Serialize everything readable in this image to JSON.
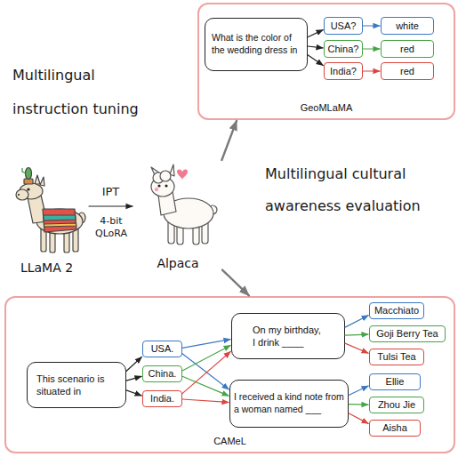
{
  "diagram": {
    "nodes": [
      {
        "text": [
          "GeoMLaMA"
        ]
      },
      {
        "text": [
          "What is the color of the wedding dress in"
        ],
        "in": 0
      },
      {
        "text": [
          "USA?"
        ],
        "in": 0
      },
      {
        "text": [
          "China?"
        ],
        "in": 0
      },
      {
        "text": [
          "India?"
        ],
        "in": 0
      },
      {
        "text": [
          "white"
        ],
        "in": 0
      },
      {
        "text": [
          "red"
        ],
        "in": 0
      },
      {
        "text": [
          "red"
        ],
        "in": 0
      },
      {
        "text": [
          "LLaMA 2"
        ]
      },
      {
        "text": [
          "Alpaca"
        ]
      },
      {
        "text": [
          "CAMeL"
        ]
      },
      {
        "text": [
          "This scenario is situated in"
        ],
        "in": 10
      },
      {
        "text": [
          "USA."
        ],
        "in": 10
      },
      {
        "text": [
          "China."
        ],
        "in": 10
      },
      {
        "text": [
          "India."
        ],
        "in": 10
      },
      {
        "text": [
          "On my birthday, I drink ____"
        ],
        "in": 10
      },
      {
        "text": [
          "I received a kind note from a woman named ___"
        ],
        "in": 10
      },
      {
        "text": [
          "Macchiato"
        ],
        "in": 10
      },
      {
        "text": [
          "Goji Berry Tea"
        ],
        "in": 10
      },
      {
        "text": [
          "Tulsi Tea"
        ],
        "in": 10
      },
      {
        "text": [
          "Ellie"
        ],
        "in": 10
      },
      {
        "text": [
          "Zhou Jie"
        ],
        "in": 10
      },
      {
        "text": [
          "Aisha"
        ],
        "in": 10
      }
    ],
    "edges": [
      {
        "from": 1,
        "to": 2,
        "arrow": "to"
      },
      {
        "from": 1,
        "to": 3,
        "arrow": "to"
      },
      {
        "from": 1,
        "to": 4,
        "arrow": "to"
      },
      {
        "from": 2,
        "to": 5,
        "arrow": "to"
      },
      {
        "from": 3,
        "to": 6,
        "arrow": "to"
      },
      {
        "from": 4,
        "to": 7,
        "arrow": "to"
      },
      {
        "from": 8,
        "to": 9,
        "label": "IPT",
        "arrow": "to"
      },
      {
        "from": 9,
        "to": 0,
        "arrow": "to"
      },
      {
        "from": 9,
        "to": 10,
        "arrow": "to"
      },
      {
        "from": 11,
        "to": 12,
        "arrow": "to"
      },
      {
        "from": 11,
        "to": 13,
        "arrow": "to"
      },
      {
        "from": 11,
        "to": 14,
        "arrow": "to"
      },
      {
        "from": 12,
        "to": 15,
        "arrow": "to"
      },
      {
        "from": 12,
        "to": 16,
        "arrow": "to"
      },
      {
        "from": 13,
        "to": 15,
        "arrow": "to"
      },
      {
        "from": 13,
        "to": 16,
        "arrow": "to"
      },
      {
        "from": 14,
        "to": 15,
        "arrow": "to"
      },
      {
        "from": 14,
        "to": 16,
        "arrow": "to"
      },
      {
        "from": 15,
        "to": 17,
        "arrow": "to"
      },
      {
        "from": 15,
        "to": 18,
        "arrow": "to"
      },
      {
        "from": 15,
        "to": 19,
        "arrow": "to"
      },
      {
        "from": 16,
        "to": 20,
        "arrow": "to"
      },
      {
        "from": 16,
        "to": 21,
        "arrow": "to"
      },
      {
        "from": 16,
        "to": 22,
        "arrow": "to"
      }
    ],
    "labels": [
      "Multilingual instruction tuning",
      "4-bit QLoRA",
      "Multilingual cultural awareness evaluation"
    ]
  }
}
